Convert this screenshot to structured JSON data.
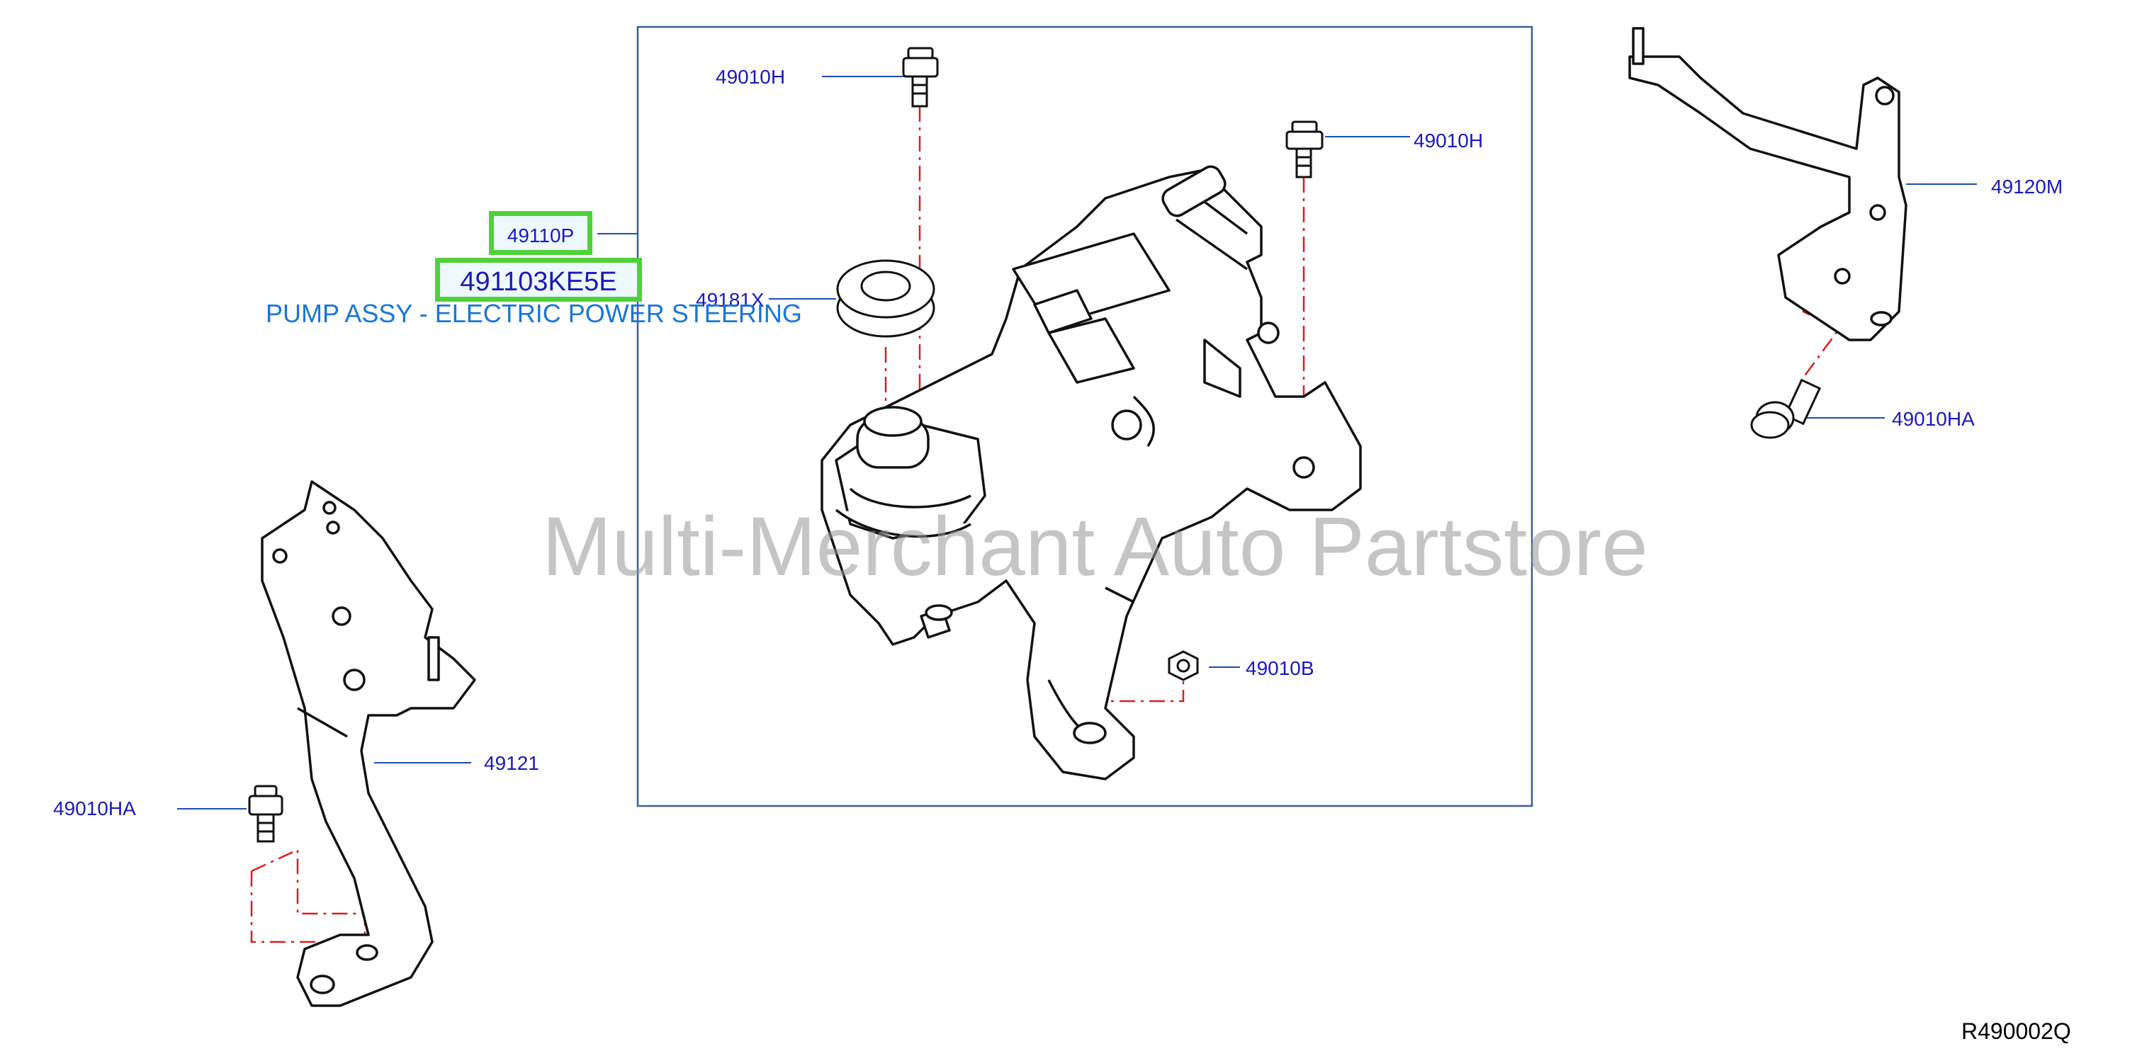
{
  "labels": {
    "bolt_top": "49010H",
    "bolt_right": "49010H",
    "bracket_right": "49120M",
    "bolt_ha_right": "49010HA",
    "grommet": "49181X",
    "nut": "49010B",
    "bracket_left": "49121",
    "bolt_ha_left": "49010HA"
  },
  "highlight": {
    "part_ref": "49110P",
    "part_number": "491103KE5E",
    "description": "PUMP ASSY - ELECTRIC POWER STEERING"
  },
  "watermark": "Multi-Merchant Auto Partstore",
  "diagram_code": "R490002Q",
  "colors": {
    "label": "#1a1ab8",
    "highlight_border": "#4fd13a",
    "description": "#1677d6",
    "leader": "#1a4fb0",
    "centerline": "#d62020"
  }
}
